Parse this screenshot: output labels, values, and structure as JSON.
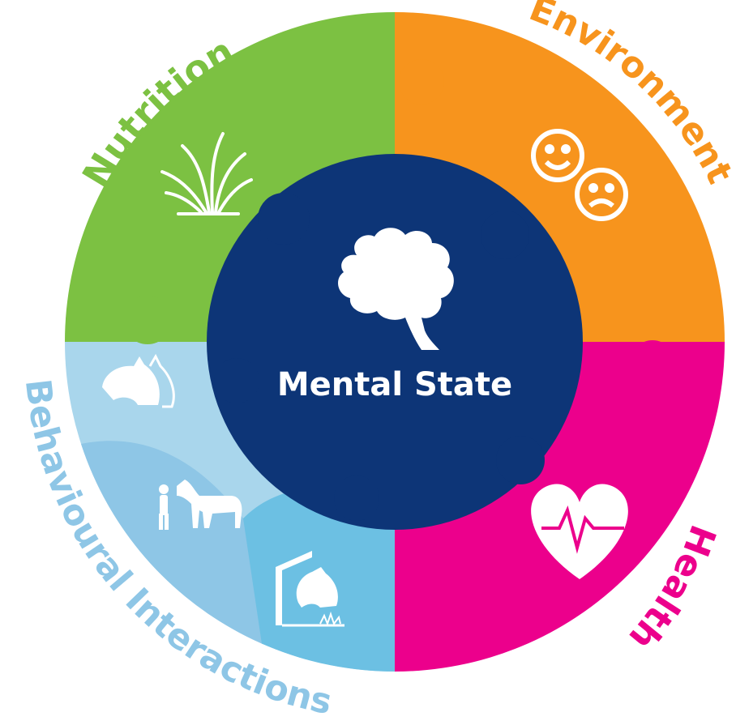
{
  "diagram": {
    "center": {
      "title": "Mental State",
      "icon": "brain-icon"
    },
    "segments": [
      {
        "id": "nutrition",
        "label": "Nutrition",
        "color": "#7cc142",
        "icon": "grass-icon"
      },
      {
        "id": "environment",
        "label": "Environment",
        "color": "#f7941d",
        "icon": "happy-sad-faces-icon"
      },
      {
        "id": "health",
        "label": "Health",
        "color": "#ec008c",
        "icon": "heart-pulse-icon"
      },
      {
        "id": "behavioural",
        "label": "Behavioural Interactions",
        "color": "#9fd3ea",
        "icons": [
          "two-horses-icon",
          "person-leading-horse-icon",
          "horse-in-shelter-icon"
        ]
      }
    ],
    "colors": {
      "center": "#0d3577",
      "behavioural_dark": "#6cc0e3",
      "behavioural_mid": "#8ec6e6",
      "behavioural_light": "#a9d6ec",
      "icon": "#ffffff"
    }
  }
}
